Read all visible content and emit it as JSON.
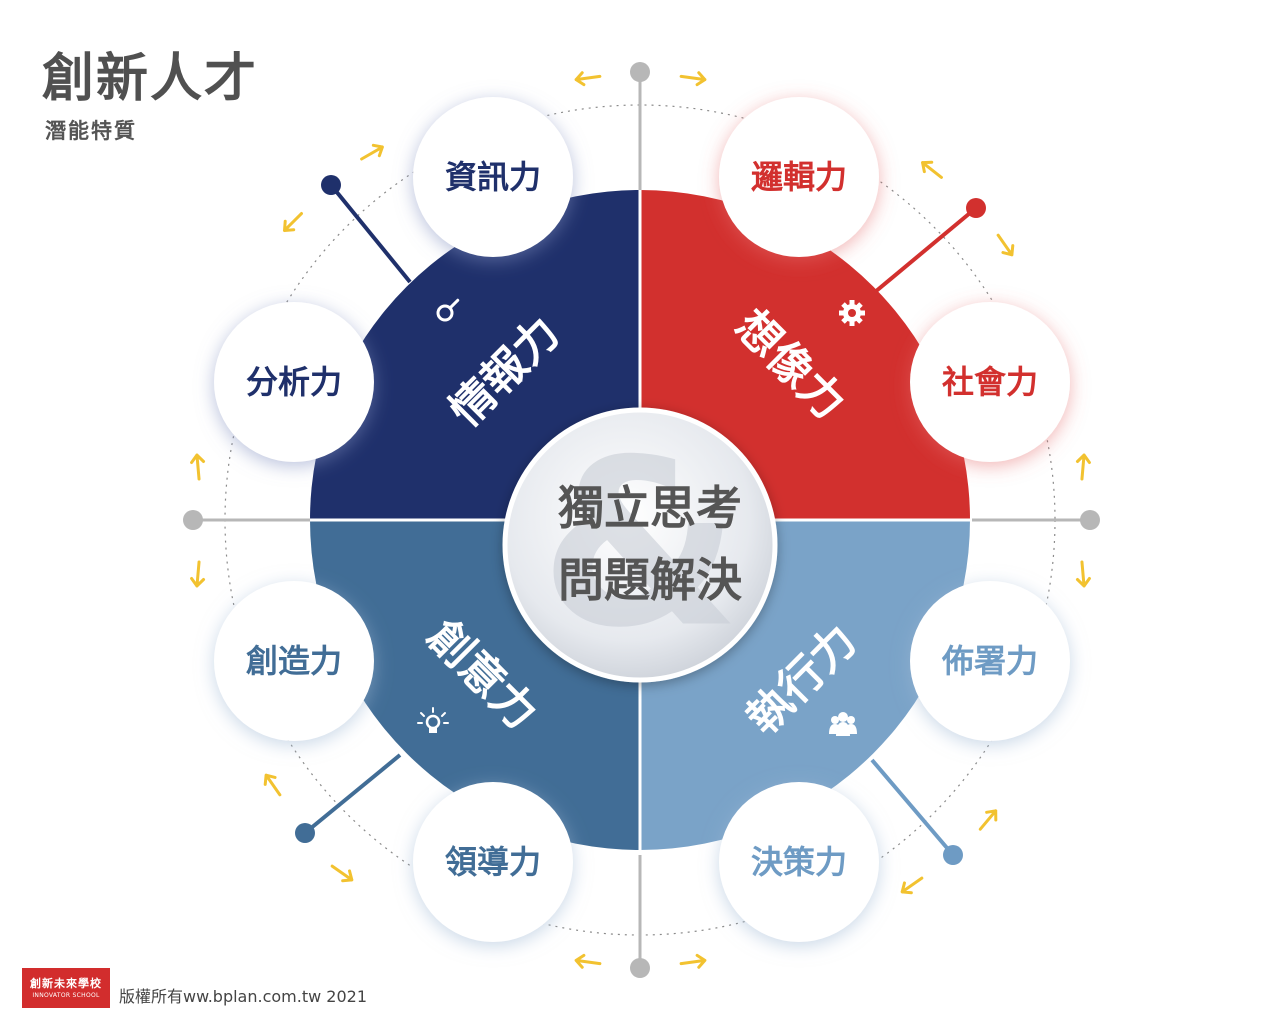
{
  "header": {
    "title": "創新人才",
    "subtitle": "潛能特質"
  },
  "center": {
    "line1": "獨立思考",
    "line2": "問題解決",
    "watermark": "&"
  },
  "quadrants": [
    {
      "label": "情報力",
      "color": "#1f306b",
      "icon": "magnifier-icon"
    },
    {
      "label": "想像力",
      "color": "#d2302e",
      "icon": "gear-icon"
    },
    {
      "label": "創意力",
      "color": "#416d96",
      "icon": "lightbulb-icon"
    },
    {
      "label": "執行力",
      "color": "#7aa3c8",
      "icon": "team-icon"
    }
  ],
  "nodes": [
    {
      "label": "資訊力",
      "color": "#1f306b"
    },
    {
      "label": "分析力",
      "color": "#1f306b"
    },
    {
      "label": "邏輯力",
      "color": "#d2302e"
    },
    {
      "label": "社會力",
      "color": "#d2302e"
    },
    {
      "label": "創造力",
      "color": "#416d96"
    },
    {
      "label": "領導力",
      "color": "#416d96"
    },
    {
      "label": "佈署力",
      "color": "#6e9bc4"
    },
    {
      "label": "決策力",
      "color": "#6e9bc4"
    }
  ],
  "accents": {
    "arrow": "#f2c230",
    "axis": "#b7b7b7"
  },
  "footer": {
    "logo_zh": "創新未來學校",
    "logo_en": "INNOVATOR SCHOOL",
    "copyright": "版權所有ww.bplan.com.tw 2021"
  }
}
